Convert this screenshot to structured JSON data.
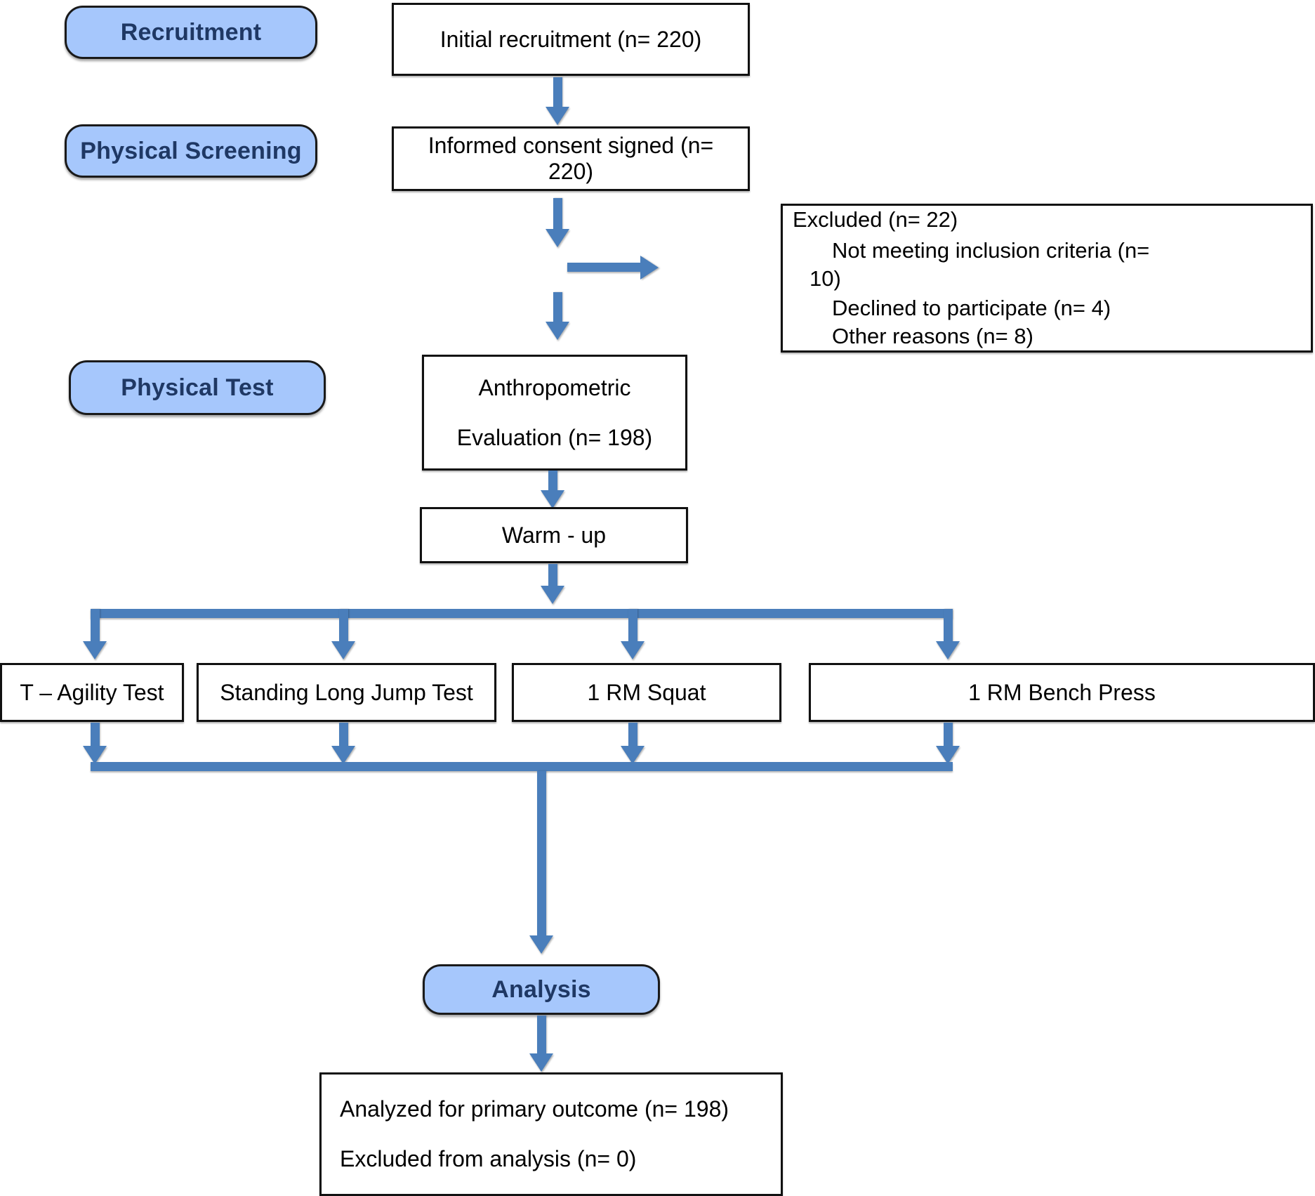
{
  "diagram": {
    "title": "CONSORT-style participant flow diagram",
    "colors": {
      "stage_fill": "#A6C7FC",
      "stage_text": "#1F3864",
      "box_border": "#111111",
      "arrow": "#4A7EBB",
      "background": "#FFFFFF"
    }
  },
  "stages": [
    {
      "id": "recruitment",
      "label": "Recruitment"
    },
    {
      "id": "physical_screening",
      "label": "Physical Screening"
    },
    {
      "id": "physical_test",
      "label": "Physical Test"
    },
    {
      "id": "analysis",
      "label": "Analysis"
    }
  ],
  "boxes": {
    "initial_recruitment": {
      "text": "Initial recruitment (n= 220)"
    },
    "informed_consent": {
      "text": "Informed consent signed (n= 220)"
    },
    "excluded": {
      "line1": "Excluded (n= 22)",
      "line2": "Not meeting inclusion criteria (n=",
      "line3": "10)",
      "line4": "Declined to participate (n= 4)",
      "line5": "Other reasons (n= 8)"
    },
    "anthropometric": {
      "line1": "Anthropometric",
      "line2": "Evaluation (n= 198)"
    },
    "warm_up": {
      "text": "Warm - up"
    },
    "tests": [
      {
        "id": "t_agility",
        "label": "T – Agility Test"
      },
      {
        "id": "standing_long_jump",
        "label": "Standing Long Jump Test"
      },
      {
        "id": "rm_squat",
        "label": "1 RM Squat"
      },
      {
        "id": "rm_bench_press",
        "label": "1 RM Bench Press"
      }
    ],
    "outcome": {
      "line1": "Analyzed for primary outcome (n= 198)",
      "line2": "Excluded from analysis (n= 0)"
    }
  },
  "counts": {
    "initial_recruitment_n": 220,
    "informed_consent_n": 220,
    "excluded_total_n": 22,
    "not_meeting_inclusion_n": 10,
    "declined_n": 4,
    "other_reasons_n": 8,
    "anthropometric_n": 198,
    "analyzed_primary_outcome_n": 198,
    "excluded_from_analysis_n": 0
  }
}
